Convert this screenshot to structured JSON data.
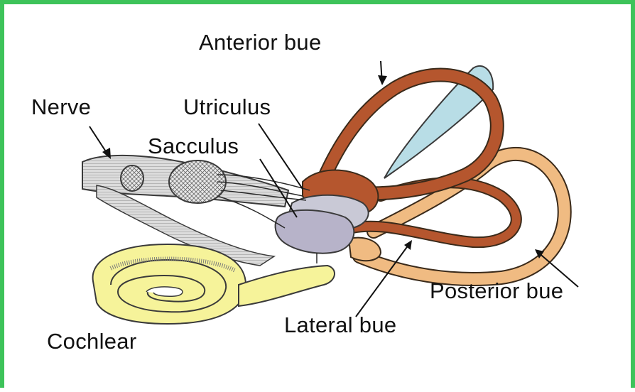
{
  "labels": {
    "anterior": "Anterior bue",
    "nerve": "Nerve",
    "utriculus": "Utriculus",
    "sacculus": "Sacculus",
    "posterior": "Posterior bue",
    "lateral": "Lateral bue",
    "cochlear": "Cochlear"
  },
  "colors": {
    "border": "#3dc35a",
    "anterior_canal": "#b5562e",
    "posterior_canal": "#f0bb82",
    "cochlea": "#f6f39a",
    "utriculus": "#c9c9d6",
    "sacculus": "#b7b3c9",
    "ampulla_light": "#b8dde6",
    "nerve": "#d4d4d4"
  }
}
